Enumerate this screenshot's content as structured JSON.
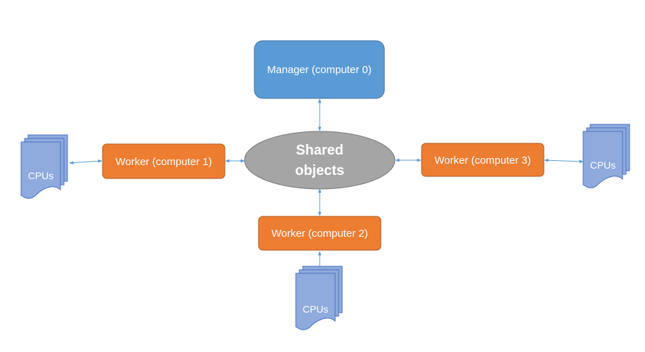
{
  "nodes": {
    "manager": {
      "label": "Manager (computer 0)"
    },
    "shared": {
      "line1": "Shared",
      "line2": "objects"
    },
    "worker1": {
      "label": "Worker (computer 1)"
    },
    "worker2": {
      "label": "Worker (computer 2)"
    },
    "worker3": {
      "label": "Worker (computer 3)"
    },
    "cpus_left": {
      "label": "CPUs"
    },
    "cpus_right": {
      "label": "CPUs"
    },
    "cpus_bottom": {
      "label": "CPUs"
    }
  },
  "colors": {
    "manager_fill": "#5B9BD5",
    "manager_stroke": "#41719C",
    "worker_fill": "#ED7D31",
    "worker_stroke": "#AE5A21",
    "shared_fill": "#A5A5A5",
    "shared_stroke": "#787878",
    "cpu_fill": "#8FAADC",
    "cpu_stroke": "#4472C4",
    "connector": "#5B9BD5",
    "text_on_node": "#FFFFFF"
  }
}
